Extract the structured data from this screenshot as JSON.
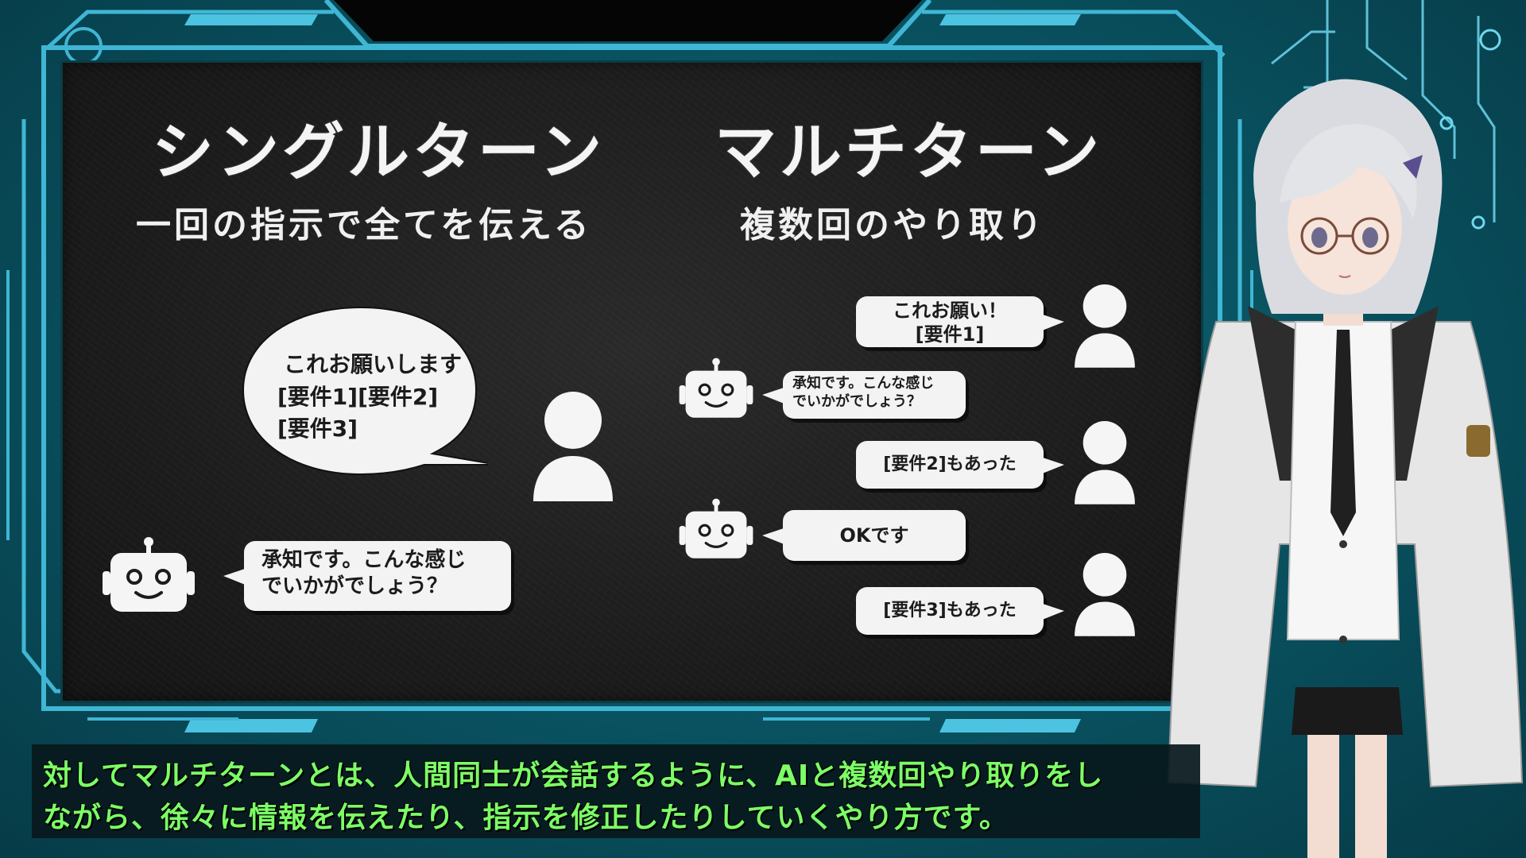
{
  "slide": {
    "left": {
      "title": "シングルターン",
      "subtitle": "一回の指示で全てを伝える",
      "user_bubble_lines": [
        "これお願いします",
        "[要件1][要件2]",
        "[要件3]"
      ],
      "bot_bubble_lines": [
        "承知です。こんな感じ",
        "でいかがでしょう？"
      ]
    },
    "right": {
      "title": "マルチターン",
      "subtitle": "複数回のやり取り",
      "turns": [
        {
          "speaker": "user",
          "lines": [
            "これお願い！",
            "[要件1]"
          ]
        },
        {
          "speaker": "bot",
          "lines": [
            "承知です。こんな感じ",
            "でいかがでしょう？"
          ]
        },
        {
          "speaker": "user",
          "lines": [
            "[要件2]もあった"
          ]
        },
        {
          "speaker": "bot",
          "lines": [
            "OKです"
          ]
        },
        {
          "speaker": "user",
          "lines": [
            "[要件3]もあった"
          ]
        }
      ]
    }
  },
  "caption": {
    "line1": "対してマルチターンとは、人間同士が会話するように、AIと複数回やり取りをし",
    "line2": "ながら、徐々に情報を伝えたり、指示を修正したりしていくやり方です。"
  },
  "colors": {
    "frame": "#3fb6d4",
    "board": "#1c1c1c",
    "caption_text": "#7cff66"
  }
}
